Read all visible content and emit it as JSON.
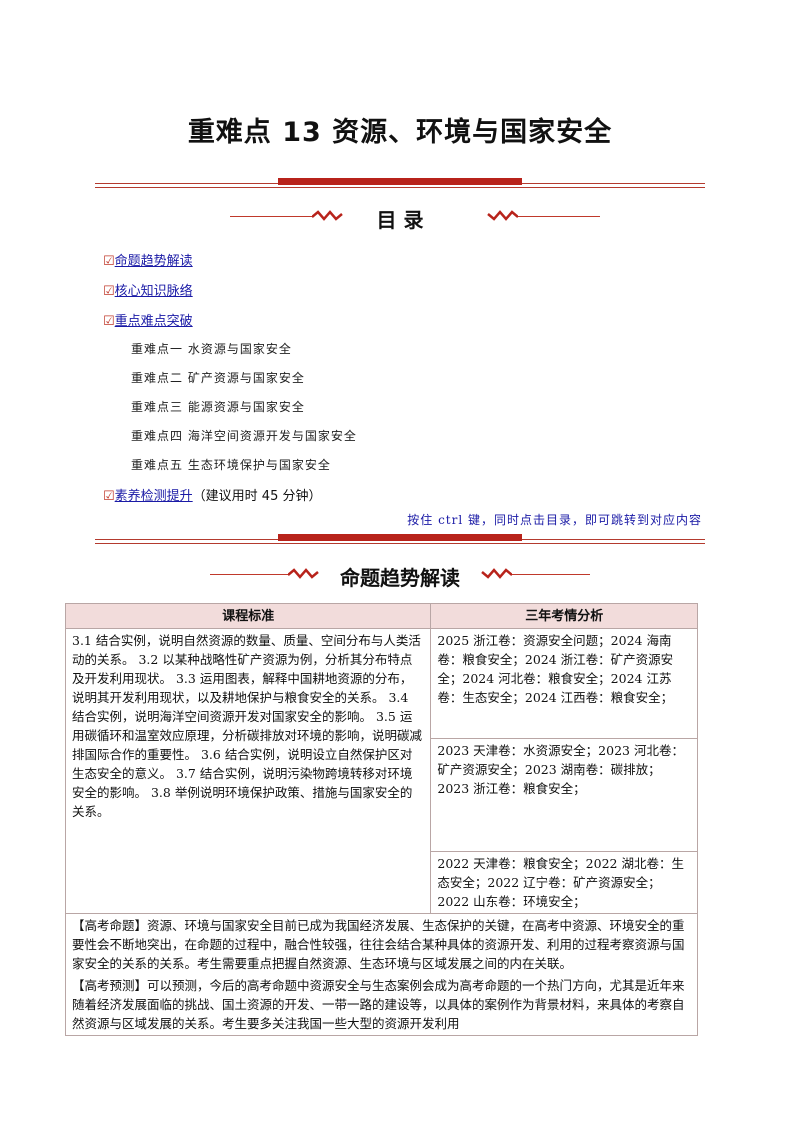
{
  "title": "重难点 13  资源、环境与国家安全",
  "toc": {
    "heading": "目    录",
    "items": [
      {
        "check": "☑",
        "label": "命题趋势解读",
        "note": ""
      },
      {
        "check": "☑",
        "label": "核心知识脉络",
        "note": ""
      },
      {
        "check": "☑",
        "label": "重点难点突破",
        "note": ""
      }
    ],
    "sub_items": [
      "重难点一  水资源与国家安全",
      "重难点二  矿产资源与国家安全",
      "重难点三  能源资源与国家安全",
      "重难点四  海洋空间资源开发与国家安全",
      "重难点五  生态环境保护与国家安全"
    ],
    "last_item": {
      "check": "☑",
      "label": "素养检测提升",
      "note": "（建议用时 45 分钟）"
    },
    "tip": "按住 ctrl 键，同时点击目录，即可跳转到对应内容"
  },
  "section": {
    "heading": "命题趋势解读",
    "table": {
      "col1_header": "课程标准",
      "col2_header": "三年考情分析",
      "standard": "3.1 结合实例，说明自然资源的数量、质量、空间分布与人类活动的关系。   3.2 以某种战略性矿产资源为例，分析其分布特点及开发利用现状。   3.3 运用图表，解释中国耕地资源的分布，说明其开发利用现状，以及耕地保护与粮食安全的关系。   3.4 结合实例，说明海洋空间资源开发对国家安全的影响。   3.5 运用碳循环和温室效应原理，分析碳排放对环境的影响，说明碳减排国际合作的重要性。   3.6 结合实例，说明设立自然保护区对生态安全的意义。   3.7 结合实例，说明污染物跨境转移对环境安全的影响。   3.8 举例说明环境保护政策、措施与国家安全的关系。",
      "analysis": [
        "2025 浙江卷：资源安全问题；2024 海南卷：粮食安全；2024 浙江卷：矿产资源安全；2024 河北卷：粮食安全；2024 江苏卷：生态安全；2024 江西卷：粮食安全；",
        "2023 天津卷：水资源安全；2023 河北卷：矿产资源安全；2023 湖南卷：碳排放；2023 浙江卷：粮食安全；",
        "2022 天津卷：粮食安全；2022 湖北卷：生态安全；2022 辽宁卷：矿产资源安全；2022 山东卷：环境安全；"
      ],
      "gaokao_proposition": "【高考命题】资源、环境与国家安全目前已成为我国经济发展、生态保护的关键，在高考中资源、环境安全的重要性会不断地突出，在命题的过程中，融合性较强，往往会结合某种具体的资源开发、利用的过程考察资源与国家安全的关系的关系。考生需要重点把握自然资源、生态环境与区域发展之间的内在关联。",
      "gaokao_forecast": "【高考预测】可以预测，今后的高考命题中资源安全与生态案例会成为高考命题的一个热门方向，尤其是近年来随着经济发展面临的挑战、国土资源的开发、一带一路的建设等，以具体的案例作为背景材料，来具体的考察自然资源与区域发展的关系。考生要多关注我国一些大型的资源开发利用"
    }
  },
  "colors": {
    "accent": "#b8231b",
    "link": "#1a1aa6",
    "header_bg": "#f2dcdb"
  }
}
